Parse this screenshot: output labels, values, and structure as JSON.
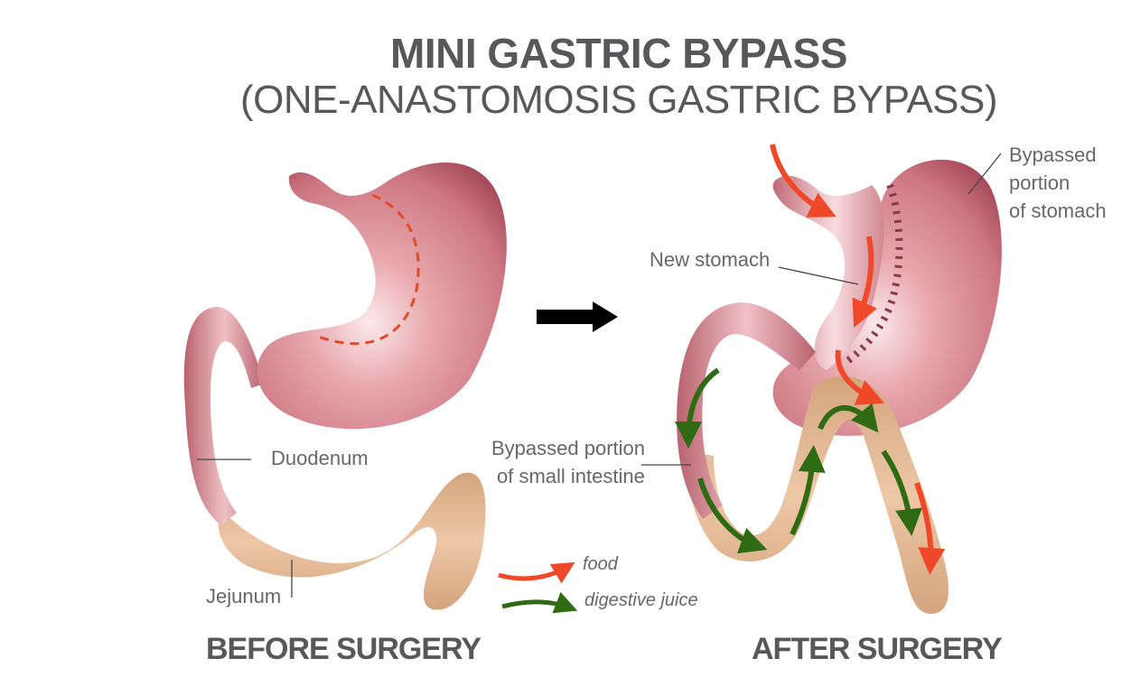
{
  "header": {
    "title": "MINI GASTRIC BYPASS",
    "subtitle": "(ONE-ANASTOMOSIS GASTRIC BYPASS)"
  },
  "captions": {
    "before": "BEFORE SURGERY",
    "after": "AFTER SURGERY"
  },
  "labels": {
    "duodenum": "Duodenum",
    "jejunum": "Jejunum",
    "new_stomach": "New stomach",
    "bypassed_stomach_line1": "Bypassed",
    "bypassed_stomach_line2": "portion",
    "bypassed_stomach_line3": "of stomach",
    "bypassed_intestine_line1": "Bypassed portion",
    "bypassed_intestine_line2": "of small intestine"
  },
  "legend": {
    "food": "food",
    "digestive_juice": "digestive juice"
  },
  "colors": {
    "stomach": "#d98a94",
    "stomach_dark": "#a84d5c",
    "intestine": "#ddb48e",
    "food_arrow": "#f0492a",
    "juice_arrow": "#2f6b12",
    "cut_line": "#e24b2a",
    "text": "#58585a"
  }
}
